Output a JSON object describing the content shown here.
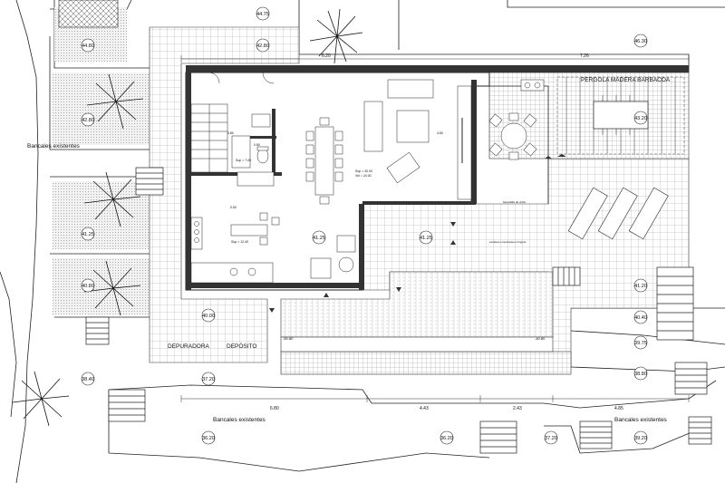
{
  "labels": {
    "pergola": "PERGOLA MADERA BARBACOA",
    "bancales_1": "Bancales existentes",
    "bancales_2": "Bancales existentes",
    "bancales_3": "Bancales existentes",
    "depuradora": "DEPURADORA",
    "deposito": "DEPÓSITO",
    "sup_bath": "Sup = 7.00",
    "sup_kitchen": "Sup = 12.40",
    "sup_living": "Sup = 40.00",
    "sup_living_vol": "Vol = 24.00",
    "note_pergola": "barandilla de vidrio",
    "note_pool": "escalera empotrada en lingote"
  },
  "dimensions": {
    "d_top": "7.26",
    "d_top_left": "6.20",
    "d_bottom_1": "6.80",
    "d_bottom_2": "4.43",
    "d_bottom_3": "2.43",
    "d_bottom_4": "4.85"
  },
  "levels": {
    "l1": "44.75",
    "l2": "44.80",
    "l3": "42.80",
    "l4": "46.30",
    "l5": "42.80",
    "l6": "43.20",
    "l7": "41.25",
    "l8": "40.80",
    "l9": "41.25",
    "l10": "41.25",
    "l11": "40.40",
    "l12": "41.20",
    "l13": "40.00",
    "l14": "39.75",
    "l15": "38.80",
    "l16": "37.20",
    "l17": "38.40",
    "l18": "36.20",
    "l19": "36.20",
    "l20": "37.20",
    "l21": "39.20"
  },
  "pool_levels": {
    "p1": "-50.80",
    "p2": "-40.80"
  },
  "room_codes": {
    "r1": "3.80",
    "r2": "0.80",
    "r3": "3.80",
    "r4": "0.50"
  }
}
